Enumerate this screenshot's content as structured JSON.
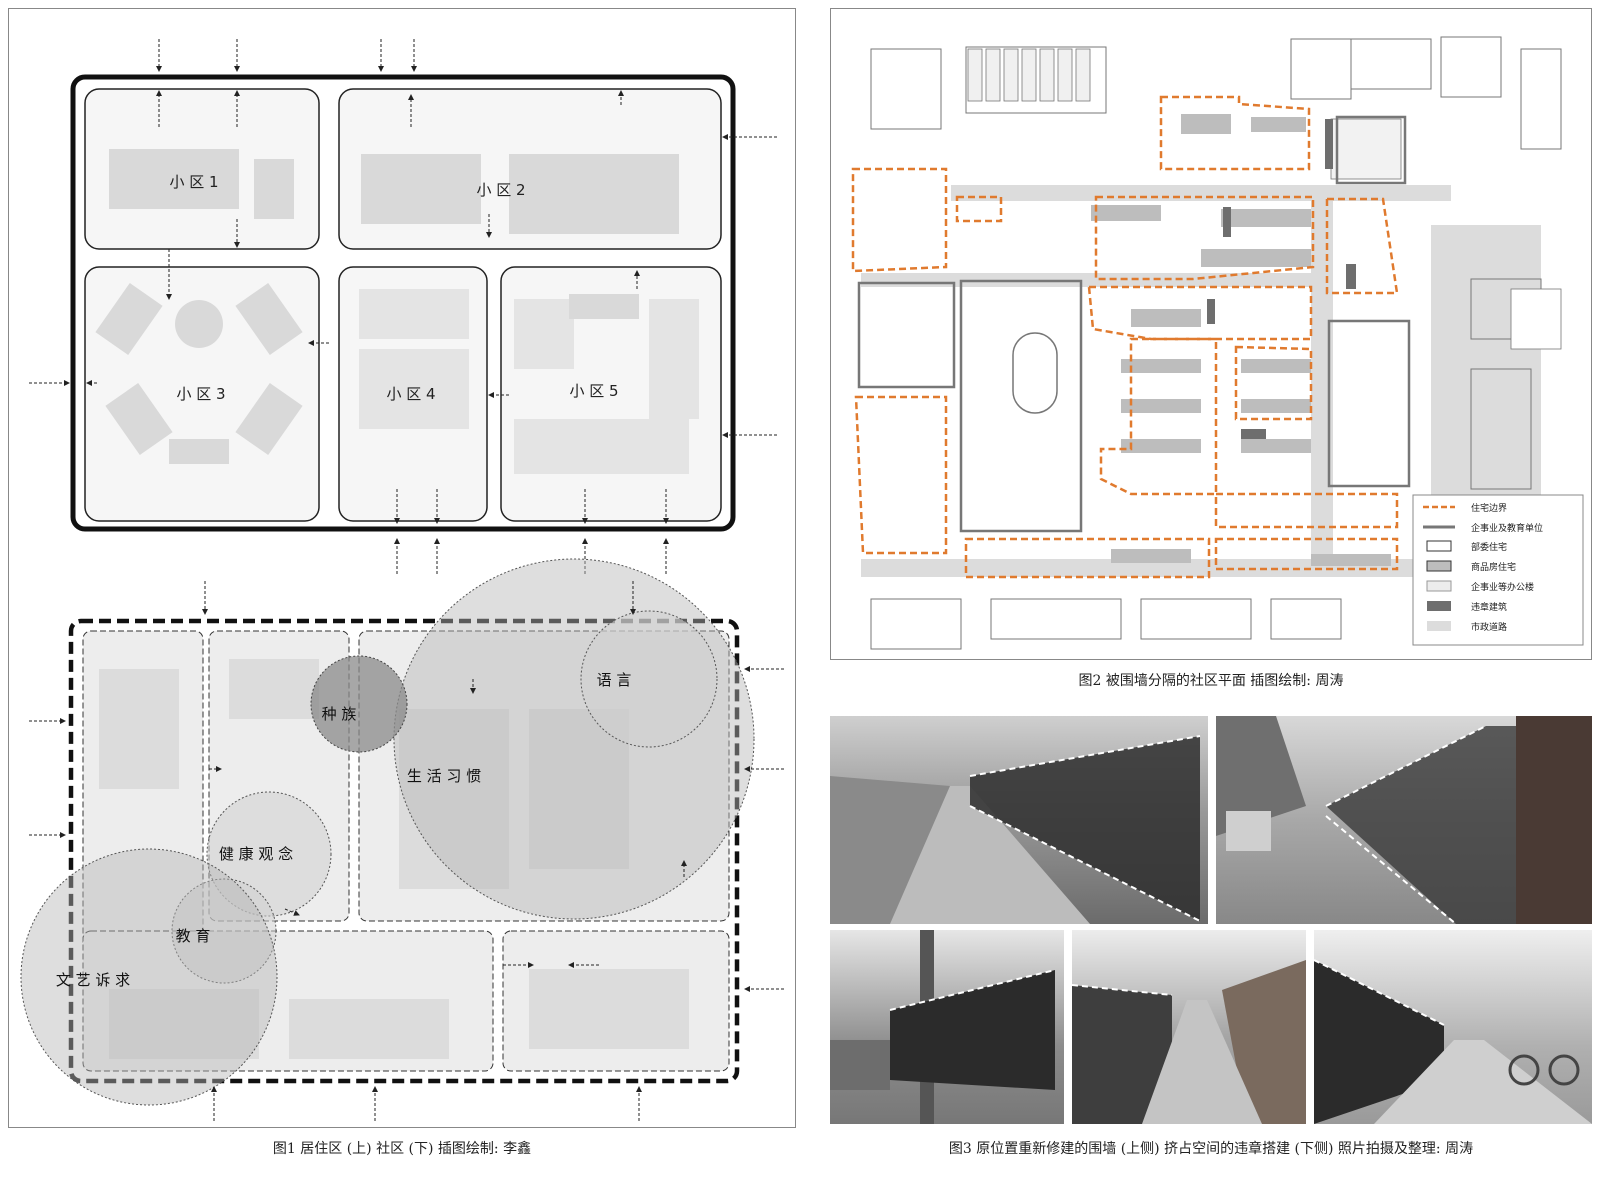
{
  "fig1": {
    "top_labels": [
      "小 区 1",
      "小 区 2",
      "小 区 3",
      "小 区 4",
      "小 区 5"
    ],
    "bottom_labels": [
      "种 族",
      "语 言",
      "生 活 习 惯",
      "健 康 观 念",
      "教 育",
      "文 艺 诉 求"
    ],
    "caption": "图1 居住区 (上)  社区 (下)  插图绘制: 李鑫"
  },
  "fig2": {
    "legend": [
      {
        "label": "住宅边界",
        "style": "orange-dash"
      },
      {
        "label": "企事业及教育单位",
        "style": "gray-line"
      },
      {
        "label": "部委住宅",
        "style": "white-box"
      },
      {
        "label": "商品房住宅",
        "style": "gray-box"
      },
      {
        "label": "企事业等办公楼",
        "style": "light-box"
      },
      {
        "label": "违章建筑",
        "style": "dark-box"
      },
      {
        "label": "市政道路",
        "style": "road-box"
      }
    ],
    "caption": "图2 被围墙分隔的社区平面  插图绘制: 周涛"
  },
  "fig3": {
    "caption": "图3 原位置重新修建的围墙 (上侧) 挤占空间的违章搭建 (下侧) 照片拍摄及整理: 周涛"
  },
  "colors": {
    "boundary_orange": "#e07a2e",
    "circle_gray": "#bdbdbd",
    "dark_circle": "#8a8a8a"
  }
}
